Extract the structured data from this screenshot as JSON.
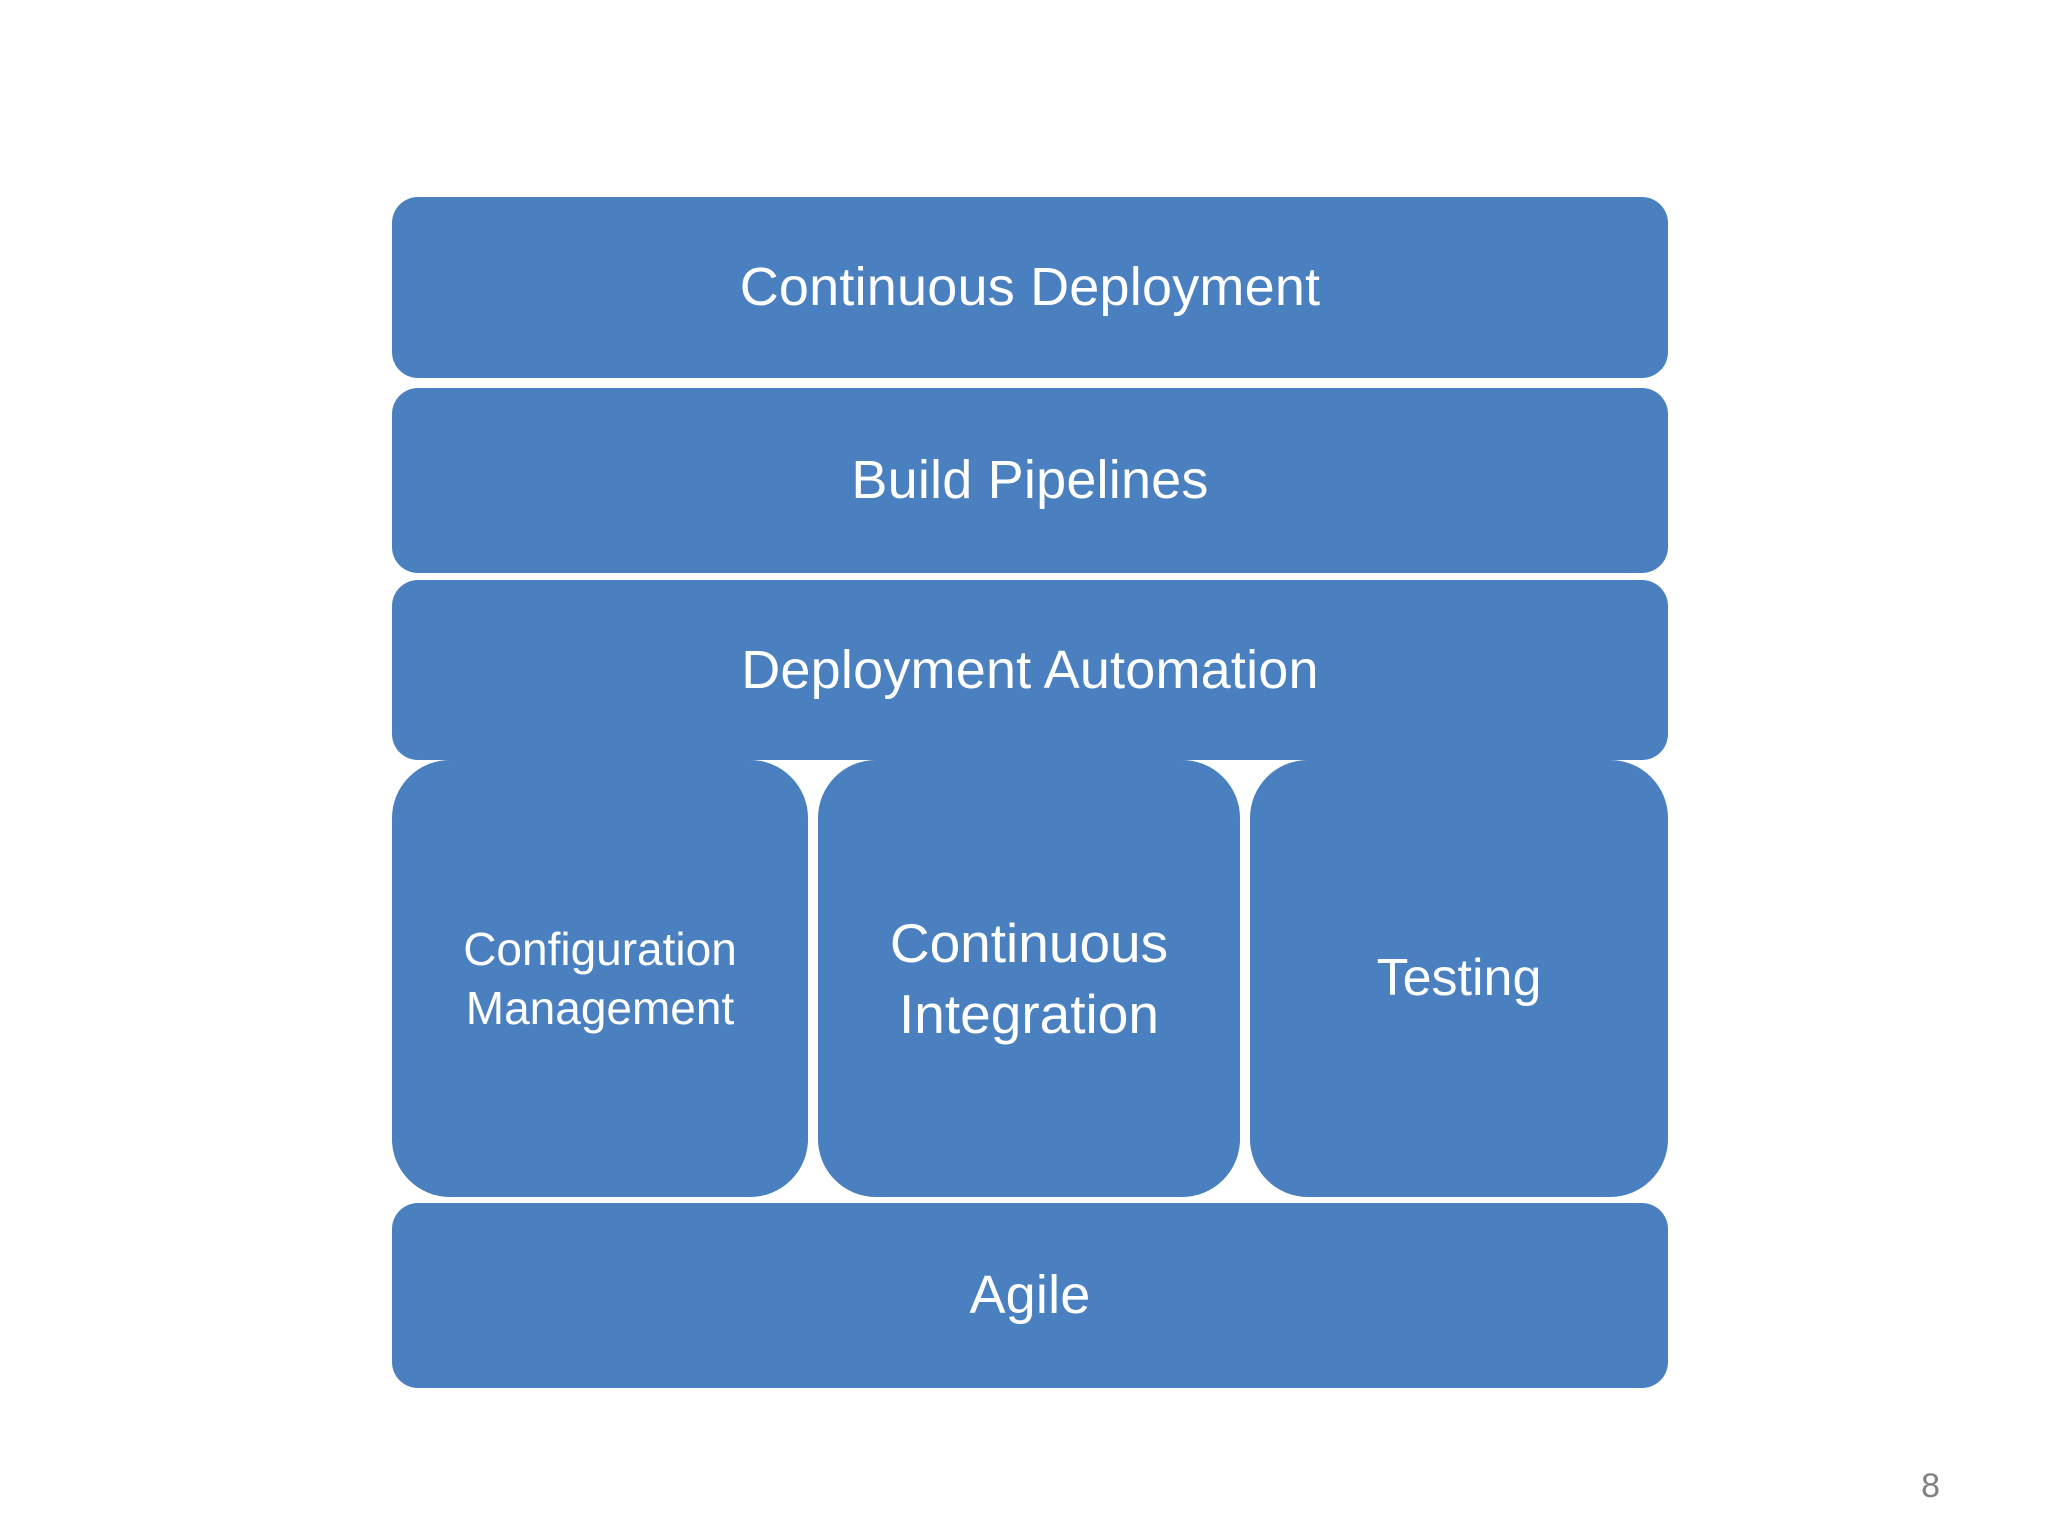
{
  "slide": {
    "background_color": "#ffffff",
    "page_number": "8",
    "page_number_color": "#808080"
  },
  "diagram": {
    "accent_color": "#4a80bf",
    "text_color": "#ffffff",
    "bands": [
      {
        "id": "continuous-deployment",
        "label": "Continuous Deployment"
      },
      {
        "id": "build-pipelines",
        "label": "Build Pipelines"
      },
      {
        "id": "deployment-automation",
        "label": "Deployment Automation"
      }
    ],
    "pillars": [
      {
        "id": "configuration-management",
        "line1": "Configuration",
        "line2": "Management"
      },
      {
        "id": "continuous-integration",
        "line1": "Continuous",
        "line2": "Integration"
      },
      {
        "id": "testing",
        "line1": "Testing",
        "line2": ""
      }
    ],
    "foundation": {
      "id": "agile",
      "label": "Agile"
    }
  }
}
